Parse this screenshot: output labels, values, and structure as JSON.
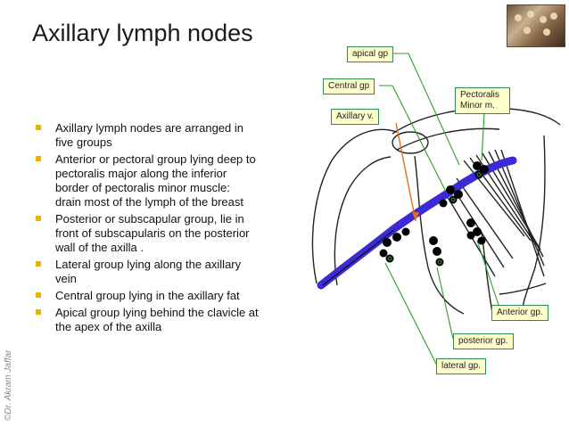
{
  "title": "Axillary lymph nodes",
  "watermark": "©Dr. Akram Jaffar",
  "bullets": [
    "Axillary lymph nodes are arranged in five groups",
    "Anterior or pectoral group lying deep to pectoralis major along the inferior border of pectoralis minor muscle: drain most of the lymph of the breast",
    "Posterior or subscapular group, lie in front of subscapularis on the posterior wall of the axilla .",
    "Lateral group lying along the axillary vein",
    "Central group lying in the axillary fat",
    "Apical group lying behind the clavicle at the apex of the axilla"
  ],
  "labels": {
    "apical": "apical gp",
    "central": "Central gp",
    "axillary_vein": "Axillary v.",
    "pectoralis": "Pectoralis Minor m.",
    "anterior": "Anterior gp.",
    "posterior": "posterior gp.",
    "lateral": "lateral gp."
  },
  "colors": {
    "vein": "#3b2bd6",
    "leader_line": "#2ca02c",
    "node": "#000000",
    "bullet": "#e8b400",
    "label_bg": "#ffffcc"
  }
}
